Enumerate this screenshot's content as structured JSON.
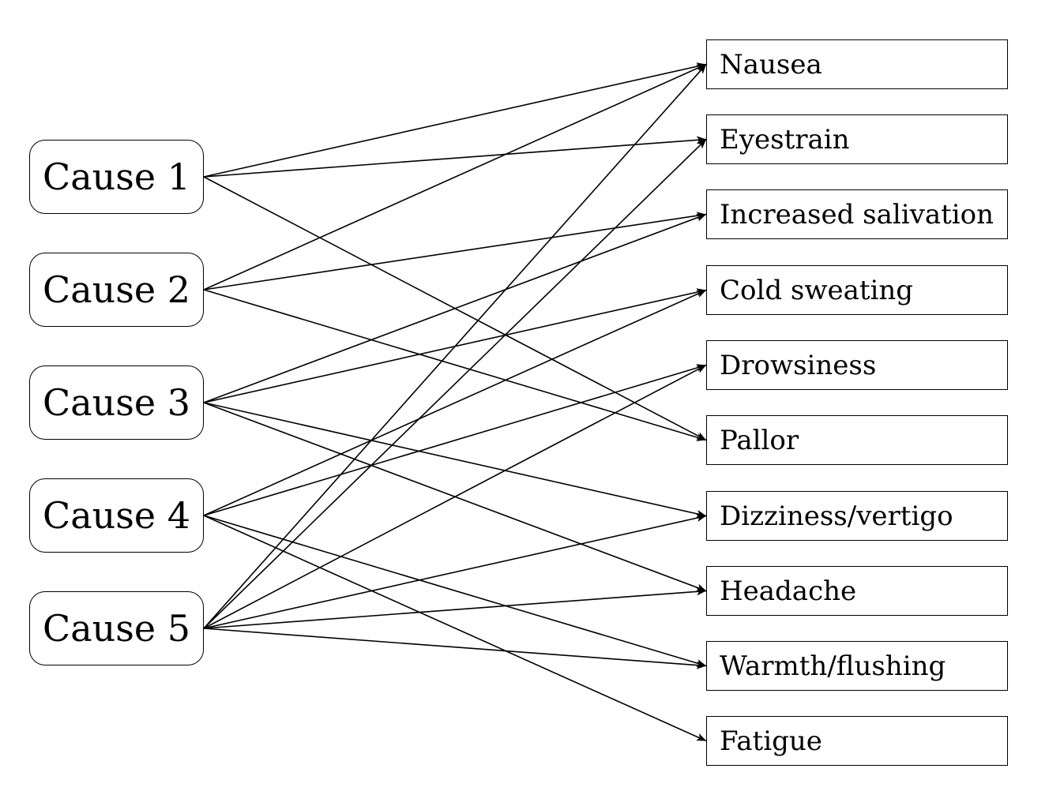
{
  "causes": [
    {
      "id": "c1",
      "label": "Cause 1"
    },
    {
      "id": "c2",
      "label": "Cause 2"
    },
    {
      "id": "c3",
      "label": "Cause 3"
    },
    {
      "id": "c4",
      "label": "Cause 4"
    },
    {
      "id": "c5",
      "label": "Cause 5"
    }
  ],
  "symptoms": [
    {
      "id": "nausea",
      "label": "Nausea"
    },
    {
      "id": "eyestrain",
      "label": "Eyestrain"
    },
    {
      "id": "salivation",
      "label": "Increased salivation"
    },
    {
      "id": "cold-sweating",
      "label": "Cold sweating"
    },
    {
      "id": "drowsiness",
      "label": "Drowsiness"
    },
    {
      "id": "pallor",
      "label": "Pallor"
    },
    {
      "id": "dizziness",
      "label": "Dizziness/vertigo"
    },
    {
      "id": "headache",
      "label": "Headache"
    },
    {
      "id": "warmth",
      "label": "Warmth/flushing"
    },
    {
      "id": "fatigue",
      "label": "Fatigue"
    }
  ],
  "links": [
    {
      "from": "c1",
      "to": "nausea"
    },
    {
      "from": "c1",
      "to": "eyestrain"
    },
    {
      "from": "c1",
      "to": "pallor"
    },
    {
      "from": "c2",
      "to": "nausea"
    },
    {
      "from": "c2",
      "to": "salivation"
    },
    {
      "from": "c2",
      "to": "pallor"
    },
    {
      "from": "c3",
      "to": "salivation"
    },
    {
      "from": "c3",
      "to": "cold-sweating"
    },
    {
      "from": "c3",
      "to": "dizziness"
    },
    {
      "from": "c3",
      "to": "headache"
    },
    {
      "from": "c4",
      "to": "cold-sweating"
    },
    {
      "from": "c4",
      "to": "drowsiness"
    },
    {
      "from": "c4",
      "to": "warmth"
    },
    {
      "from": "c4",
      "to": "fatigue"
    },
    {
      "from": "c5",
      "to": "nausea"
    },
    {
      "from": "c5",
      "to": "eyestrain"
    },
    {
      "from": "c5",
      "to": "drowsiness"
    },
    {
      "from": "c5",
      "to": "dizziness"
    },
    {
      "from": "c5",
      "to": "headache"
    },
    {
      "from": "c5",
      "to": "warmth"
    }
  ],
  "colors": {
    "line": "#000000",
    "background": "#ffffff"
  }
}
